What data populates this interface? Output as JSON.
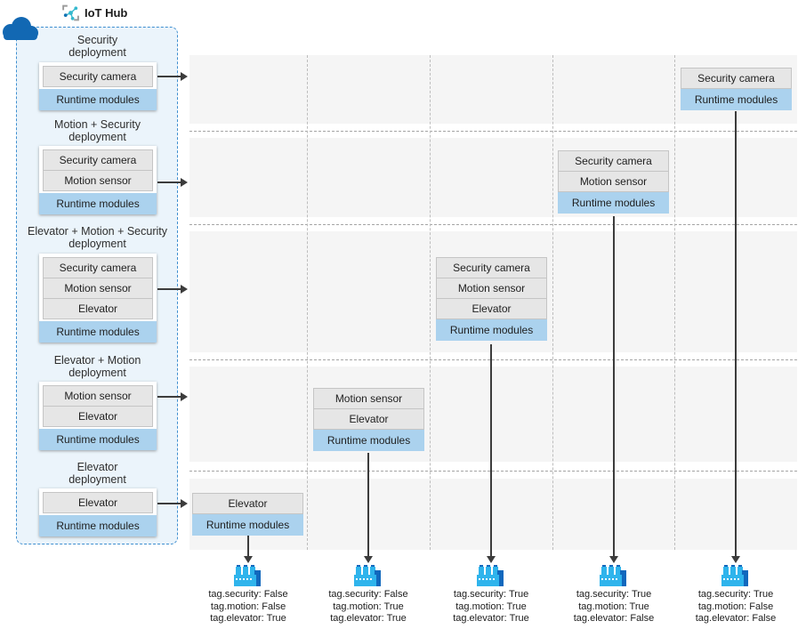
{
  "iot_hub": {
    "label": "IoT Hub"
  },
  "deployments": [
    {
      "title": "Security",
      "subtitle": "deployment",
      "modules": [
        "Security camera"
      ],
      "runtime": "Runtime modules"
    },
    {
      "title": "Motion + Security",
      "subtitle": "deployment",
      "modules": [
        "Security camera",
        "Motion sensor"
      ],
      "runtime": "Runtime modules"
    },
    {
      "title": "Elevator + Motion + Security",
      "subtitle": "deployment",
      "modules": [
        "Security camera",
        "Motion sensor",
        "Elevator"
      ],
      "runtime": "Runtime modules"
    },
    {
      "title": "Elevator + Motion",
      "subtitle": "deployment",
      "modules": [
        "Motion sensor",
        "Elevator"
      ],
      "runtime": "Runtime modules"
    },
    {
      "title": "Elevator",
      "subtitle": "deployment",
      "modules": [
        "Elevator"
      ],
      "runtime": "Runtime modules"
    }
  ],
  "band_stacks": [
    {
      "modules": [
        "Security camera"
      ],
      "runtime": "Runtime modules"
    },
    {
      "modules": [
        "Security camera",
        "Motion sensor"
      ],
      "runtime": "Runtime modules"
    },
    {
      "modules": [
        "Security camera",
        "Motion sensor",
        "Elevator"
      ],
      "runtime": "Runtime modules"
    },
    {
      "modules": [
        "Motion sensor",
        "Elevator"
      ],
      "runtime": "Runtime modules"
    },
    {
      "modules": [
        "Elevator"
      ],
      "runtime": "Runtime modules"
    }
  ],
  "devices": [
    {
      "tags": [
        "tag.security: False",
        "tag.motion: False",
        "tag.elevator: True"
      ]
    },
    {
      "tags": [
        "tag.security: False",
        "tag.motion: True",
        "tag.elevator: True"
      ]
    },
    {
      "tags": [
        "tag.security: True",
        "tag.motion: True",
        "tag.elevator: True"
      ]
    },
    {
      "tags": [
        "tag.security: True",
        "tag.motion: True",
        "tag.elevator: False"
      ]
    },
    {
      "tags": [
        "tag.security: True",
        "tag.motion: False",
        "tag.elevator: False"
      ]
    }
  ],
  "icons": {
    "cloud": "cloud-icon",
    "iot_hub": "iot-hub-icon",
    "factory": "factory-icon"
  },
  "colors": {
    "runtime_blue": "#ABD2EE",
    "module_gray": "#E6E6E6",
    "module_border": "#C5C5C5",
    "band_gray": "#F5F5F5",
    "panel_blue": "#EBF4FB",
    "panel_border": "#3F8FD0",
    "arrow": "#3C3C3C",
    "cloud_blue": "#1268B3",
    "factory_light": "#2FB4EC",
    "factory_dark": "#1168BD",
    "hub_teal": "#35B9CE"
  }
}
